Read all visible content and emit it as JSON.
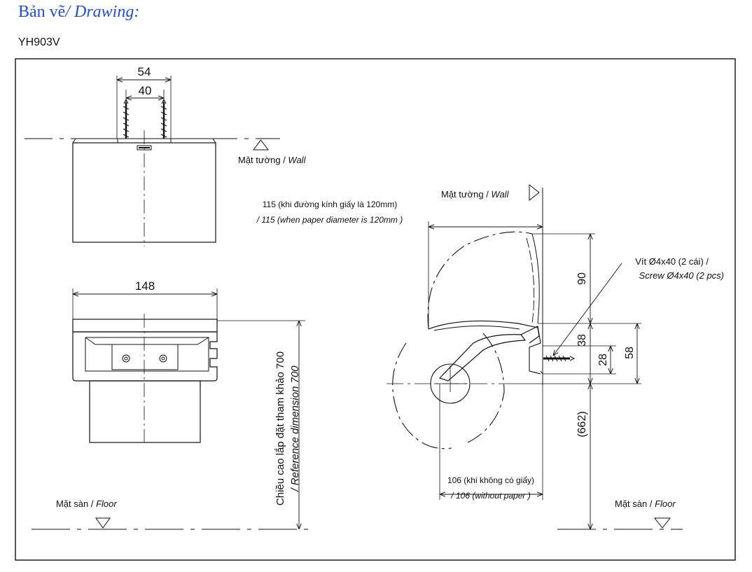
{
  "heading": {
    "vi": "Bản vẽ",
    "en": "/ Drawing:"
  },
  "model": "YH903V",
  "dimensions": {
    "top_outer_width": "54",
    "top_inner_width": "40",
    "front_width": "148",
    "side_depth_with_paper": "115 (khi đường kính giấy là 120mm)",
    "side_depth_with_paper_en": "/ 115 (when  paper diameter is 120mm )",
    "side_height_90": "90",
    "side_height_38": "38",
    "side_height_28": "28",
    "side_height_58": "58",
    "side_height_662": "(662)",
    "side_depth_no_paper": "106 (khi không có giấy)",
    "side_depth_no_paper_en": "/ 106 (without paper )",
    "ref_height": "Chiều cao lắp đặt tham khảo 700",
    "ref_height_en": "/ Reference dimension 700"
  },
  "labels": {
    "wall_vi": "Mặt tường / ",
    "wall_en": "Wall",
    "floor_vi": "Mặt sàn / ",
    "floor_en": "Floor",
    "screw_vi": "Vít Ø4x40 (2 cái) /",
    "screw_en": "Screw Ø4x40 (2 pcs)"
  }
}
